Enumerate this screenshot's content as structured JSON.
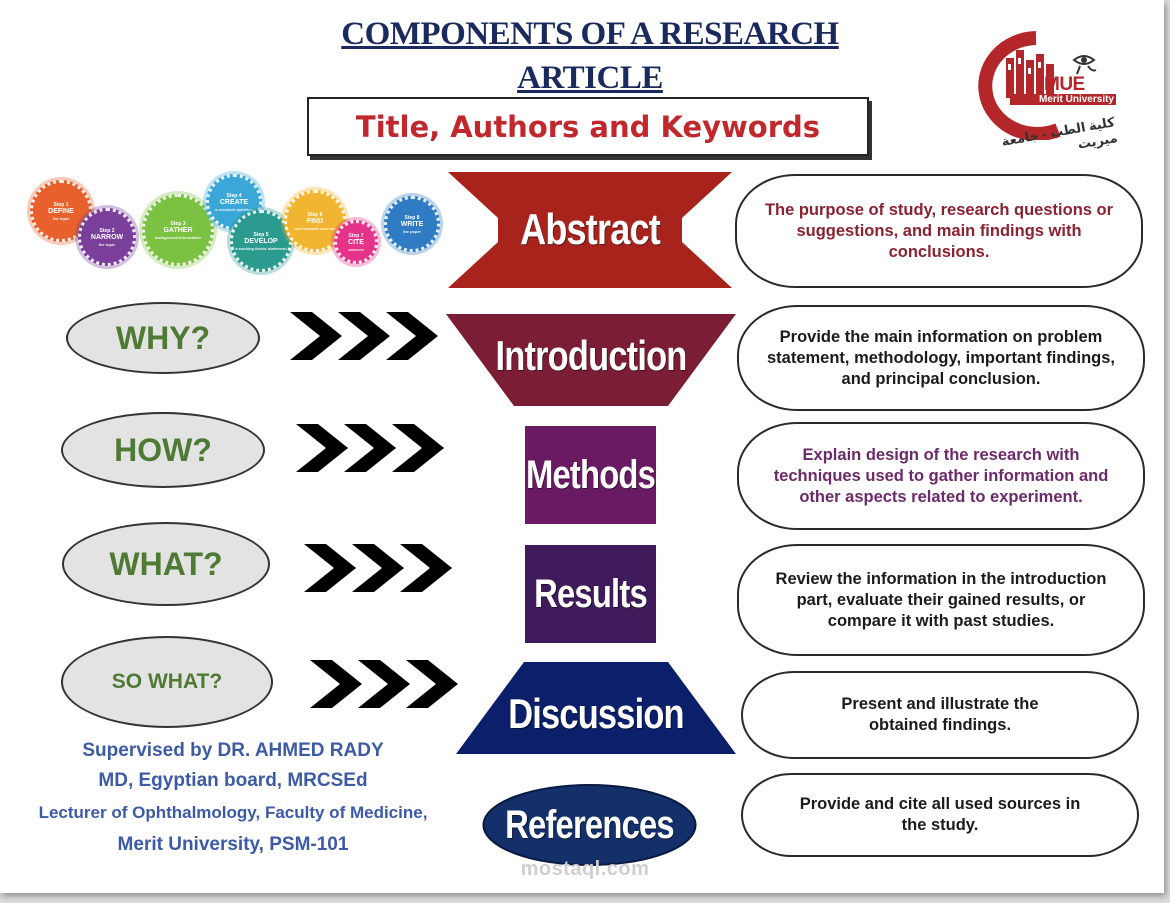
{
  "header": {
    "title_line1": "COMPONENTS OF A RESEARCH",
    "title_line2": "ARTICLE",
    "title_box": "Title, Authors and Keywords"
  },
  "logo": {
    "abbr": "MUE",
    "name": "Merit University",
    "arabic": "كلية الطب - جامعة ميريت"
  },
  "steps": [
    {
      "num": "Step 1",
      "word": "DEFINE",
      "desc": "the topic",
      "color": "#e8602c"
    },
    {
      "num": "Step 2",
      "word": "NARROW",
      "desc": "the topic",
      "color": "#7a3f9a"
    },
    {
      "num": "Step 3",
      "word": "GATHER",
      "desc": "background information",
      "color": "#7cc242"
    },
    {
      "num": "Step 4",
      "word": "CREATE",
      "desc": "a research question",
      "color": "#3aa7d8"
    },
    {
      "num": "Step 5",
      "word": "DEVELOP",
      "desc": "a working thesis statement",
      "color": "#2b9a8f"
    },
    {
      "num": "Step 6",
      "word": "FIND",
      "desc": "and evaluate sources",
      "color": "#f2b531"
    },
    {
      "num": "Step 7",
      "word": "CITE",
      "desc": "sources",
      "color": "#e6338a"
    },
    {
      "num": "Step 8",
      "word": "WRITE",
      "desc": "the paper",
      "color": "#2f7cc4"
    }
  ],
  "sections": {
    "abstract": "Abstract",
    "introduction": "Introduction",
    "methods": "Methods",
    "results": "Results",
    "discussion": "Discussion",
    "references": "References"
  },
  "questions": {
    "why": "WHY?",
    "how": "HOW?",
    "what": "WHAT?",
    "so_what": "SO WHAT?"
  },
  "descriptions": {
    "abstract": "The purpose of study, research questions or suggestions, and main findings with conclusions.",
    "introduction": "Provide the main information on problem statement, methodology, important findings, and principal conclusion.",
    "methods": "Explain design of the research with techniques used to gather information and other aspects related to experiment.",
    "results": "Review the information in the introduction part, evaluate their gained results, or compare it with past studies.",
    "discussion": "Present and illustrate the obtained findings.",
    "references": "Provide and cite all used sources in the study."
  },
  "credits": {
    "line1": "Supervised by DR. AHMED RADY",
    "line2": "MD, Egyptian board, MRCSEd",
    "line3": "Lecturer of Ophthalmology, Faculty of Medicine,",
    "line4": "Merit University, PSM-101"
  },
  "watermark": "mostaql.com",
  "colors": {
    "abstract": "#a8231c",
    "introduction": "#7b1e35",
    "methods": "#6a1a63",
    "results": "#3f1b5c",
    "discussion": "#0b1f6b",
    "references": "#13306a",
    "desc_text_abstract": "#8a2231",
    "desc_text_methods": "#6d2a6a",
    "desc_text_other": "#1b1b1b",
    "question_text": "#4f7a34",
    "credits": "#3d5aa7"
  }
}
